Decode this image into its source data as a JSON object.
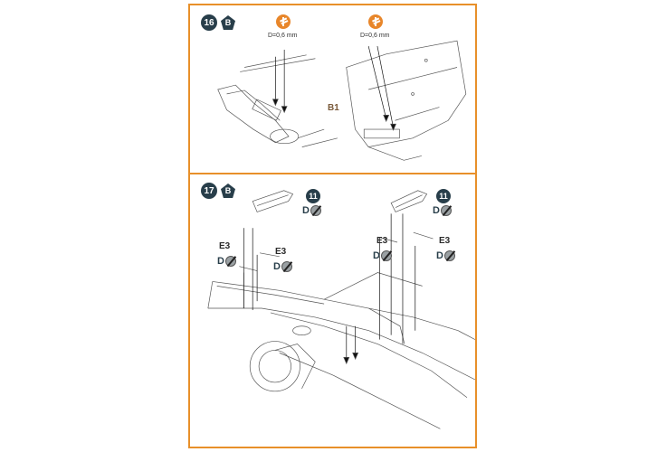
{
  "steps": [
    {
      "number": "16",
      "side_tag": "B",
      "drill_notes": [
        {
          "icon": "drill-icon",
          "text": "D=0,6 mm"
        },
        {
          "icon": "drill-icon",
          "text": "D=0,6 mm"
        }
      ],
      "part_labels": [
        "B1"
      ]
    },
    {
      "number": "17",
      "side_tag": "B",
      "paint_refs": [
        {
          "code": "11",
          "prefix": "D",
          "icon": "no-paint-icon"
        },
        {
          "code": "11",
          "prefix": "D",
          "icon": "no-paint-icon"
        }
      ],
      "part_refs": [
        {
          "label": "E3",
          "prefix": "D",
          "icon": "no-paint-icon"
        },
        {
          "label": "E3",
          "prefix": "D",
          "icon": "no-paint-icon"
        },
        {
          "label": "E3",
          "prefix": "D",
          "icon": "no-paint-icon"
        },
        {
          "label": "E3",
          "prefix": "D",
          "icon": "no-paint-icon"
        }
      ]
    }
  ],
  "colors": {
    "frame": "#e8902a",
    "badge": "#283e4a",
    "drill": "#e8862a"
  }
}
